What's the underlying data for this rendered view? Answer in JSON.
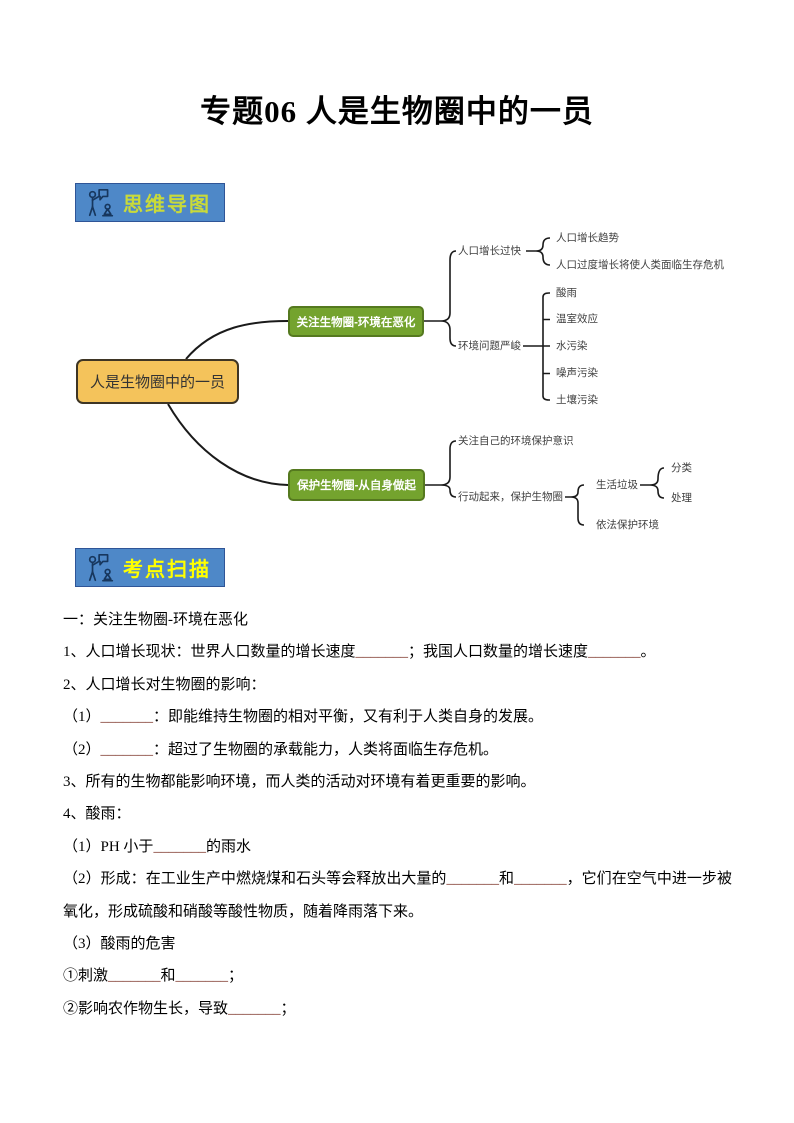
{
  "page": {
    "title": "专题06 人是生物圈中的一员"
  },
  "badges": {
    "bg_color": "#4E88C8",
    "border_color": "#2F5597",
    "icon": "presenter-with-speech-bubble-icon",
    "mindmap": {
      "label": "思维导图",
      "text_color": "#C9DA3A"
    },
    "scan": {
      "label": "考点扫描",
      "text_color": "#FFFF00"
    }
  },
  "mindmap": {
    "line_color": "#1A1A1A",
    "root": {
      "label": "人是生物圈中的一员",
      "bg": "#F4C35B",
      "border": "#3E3524"
    },
    "branches": [
      {
        "label": "关注生物圈-环境在恶化",
        "bg": "#74A32E",
        "border": "#55791F"
      },
      {
        "label": "保护生物圈-从自身做起",
        "bg": "#74A32E",
        "border": "#55791F"
      }
    ],
    "labels": [
      "人口增长过快",
      "人口增长趋势",
      "人口过度增长将使人类面临生存危机",
      "环境问题严峻",
      "酸雨",
      "温室效应",
      "水污染",
      "噪声污染",
      "土壤污染",
      "关注自己的环境保护意识",
      "行动起来，保护生物圈",
      "生活垃圾",
      "分类",
      "处理",
      "依法保护环境"
    ]
  },
  "content": {
    "blank_color": "#7B3226",
    "paragraphs": [
      {
        "seg": [
          "一：关注生物圈-环境在恶化"
        ]
      },
      {
        "seg": [
          "1、人口增长现状：世界人口数量的增长速度",
          "_______",
          "；我国人口数量的增长速度",
          "_______",
          "。"
        ]
      },
      {
        "seg": [
          "2、人口增长对生物圈的影响："
        ]
      },
      {
        "seg": [
          "（1）",
          "_______",
          "：即能维持生物圈的相对平衡，又有利于人类自身的发展。"
        ]
      },
      {
        "seg": [
          "（2）",
          "_______",
          "：超过了生物圈的承载能力，人类将面临生存危机。"
        ]
      },
      {
        "seg": [
          "3、所有的生物都能影响环境，而人类的活动对环境有着更重要的影响。"
        ]
      },
      {
        "seg": [
          "4、酸雨："
        ]
      },
      {
        "seg": [
          "（1）PH 小于",
          "_______",
          "的雨水"
        ]
      },
      {
        "seg": [
          "（2）形成：在工业生产中燃烧煤和石头等会释放出大量的",
          "_______",
          "和",
          "_______",
          "，它们在空气中进一步被氧化，形成硫酸和硝酸等酸性物质，随着降雨落下来。"
        ]
      },
      {
        "seg": [
          "（3）酸雨的危害"
        ]
      },
      {
        "seg": [
          "①刺激",
          "_______",
          "和",
          "_______",
          "；"
        ]
      },
      {
        "seg": [
          "②影响农作物生长，导致",
          "_______",
          "；"
        ]
      }
    ]
  }
}
